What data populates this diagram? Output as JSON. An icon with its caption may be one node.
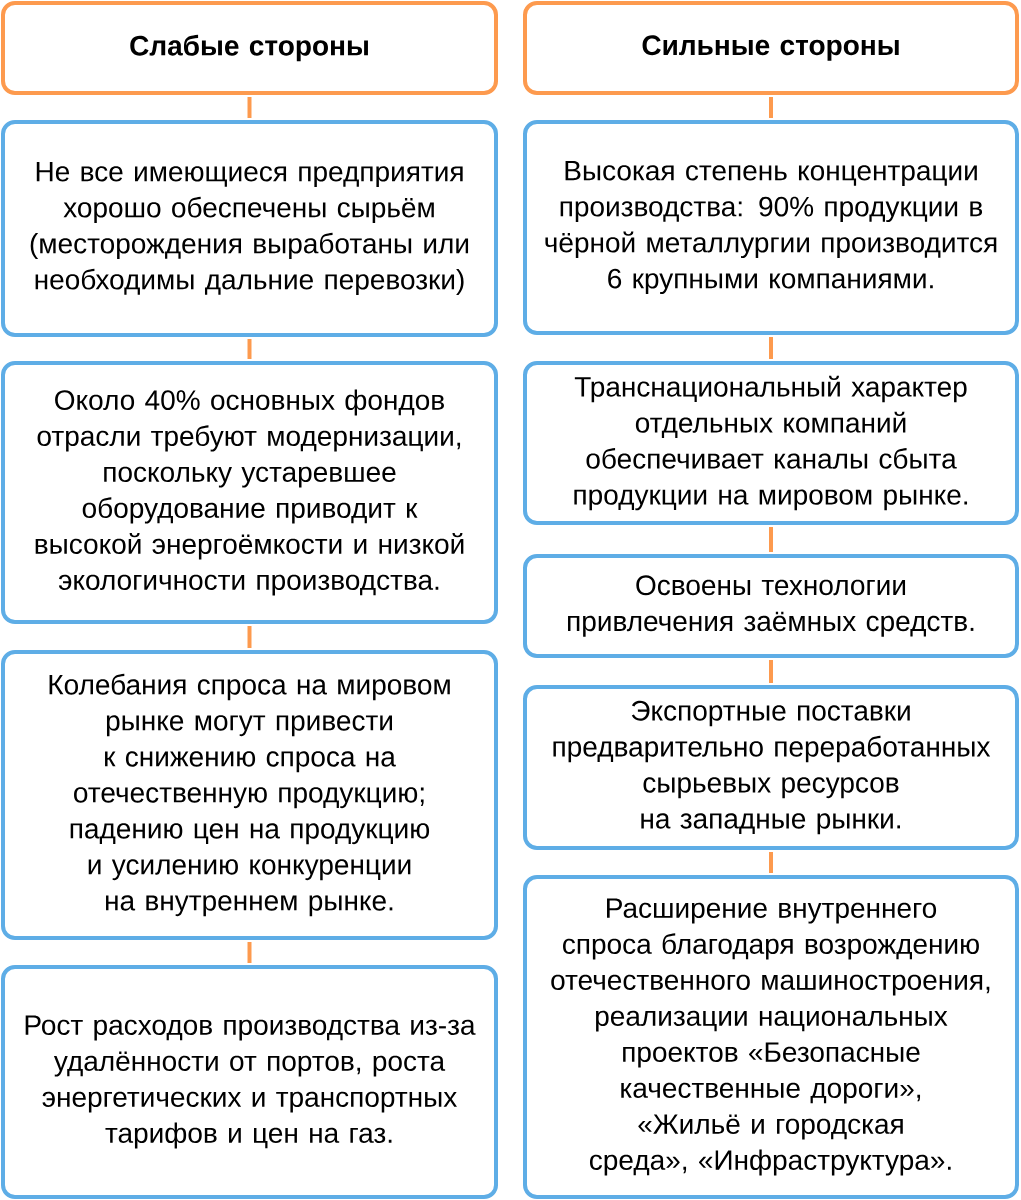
{
  "diagram": {
    "nodes": [
      {
        "text": [
          "Слабые стороны"
        ]
      },
      {
        "text": [
          "Не все имеющиеся предприятия хорошо обеспечены сырьём (месторождения выработаны или необходимы дальние перевозки)"
        ]
      },
      {
        "text": [
          "Около 40% основных фондов отрасли требуют модернизации, поскольку устаревшее оборудование приводит к высокой энергоёмкости и низкой экологичности производства."
        ]
      },
      {
        "text": [
          "Колебания спроса на мировом рынке могут привести к снижению спроса на отечественную продукцию; падению цен на продукцию и усилению конкуренции на внутреннем рынке."
        ]
      },
      {
        "text": [
          "Рост расходов производства из-за удалённости от портов, роста энергетических и транспортных тарифов и цен на газ."
        ]
      },
      {
        "text": [
          "Сильные стороны"
        ]
      },
      {
        "text": [
          "Высокая степень концентрации производства: 90% продукции в чёрной металлургии производится 6 крупными компаниями."
        ]
      },
      {
        "text": [
          "Транснациональный характер отдельных компаний обеспечивает каналы сбыта продукции на мировом рынке."
        ]
      },
      {
        "text": [
          "Освоены технологии привлечения заёмных средств."
        ]
      },
      {
        "text": [
          "Экспортные поставки предварительно переработанных сырьевых ресурсов на западные рынки."
        ]
      },
      {
        "text": [
          "Расширение внутреннего спроса благодаря возрождению отечественного машиностроения, реализации национальных проектов «Безопасные качественные дороги», «Жильё и городская среда», «Инфраструктура»."
        ]
      }
    ],
    "edges": [
      {
        "from": 0,
        "to": 1,
        "arrow": "none"
      },
      {
        "from": 1,
        "to": 2,
        "arrow": "none"
      },
      {
        "from": 2,
        "to": 3,
        "arrow": "none"
      },
      {
        "from": 3,
        "to": 4,
        "arrow": "none"
      },
      {
        "from": 5,
        "to": 6,
        "arrow": "none"
      },
      {
        "from": 6,
        "to": 7,
        "arrow": "none"
      },
      {
        "from": 7,
        "to": 8,
        "arrow": "none"
      },
      {
        "from": 8,
        "to": 9,
        "arrow": "none"
      },
      {
        "from": 9,
        "to": 10,
        "arrow": "none"
      }
    ]
  }
}
